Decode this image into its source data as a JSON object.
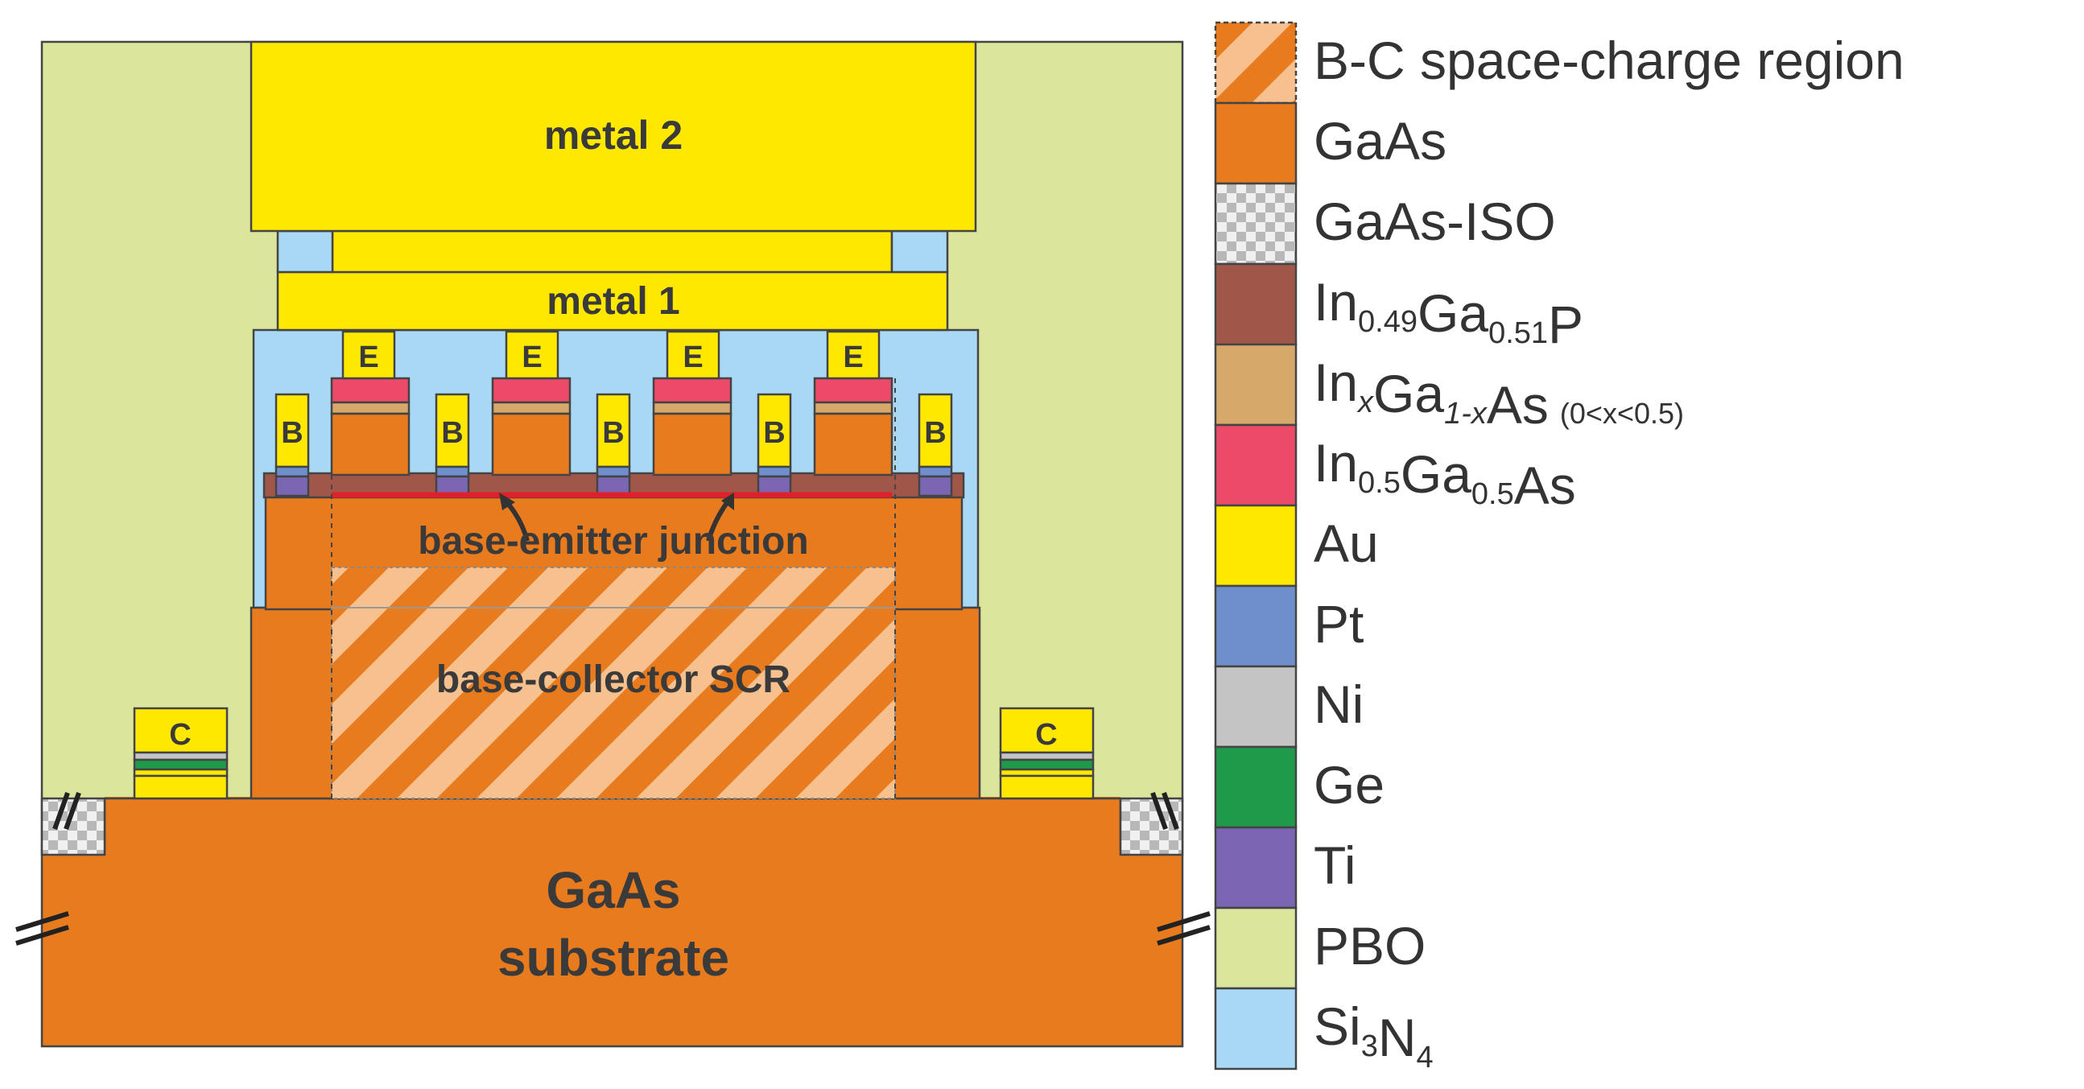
{
  "diagram": {
    "labels": {
      "metal2": "metal 2",
      "metal1": "metal 1",
      "emitter": "E",
      "base": "B",
      "collector": "C",
      "be_junction": "base-emitter junction",
      "bc_scr": "base-collector SCR",
      "substrate_line1": "GaAs",
      "substrate_line2": "substrate"
    }
  },
  "legend": [
    {
      "key": "bc_scr",
      "text": "B-C space-charge region",
      "color": "#e87b1e",
      "pattern": "hatch"
    },
    {
      "key": "gaas",
      "text": "GaAs",
      "color": "#e87b1e"
    },
    {
      "key": "gaas_iso",
      "text": "GaAs-ISO",
      "color": "#d8d8d8",
      "pattern": "checker"
    },
    {
      "key": "ingap",
      "base": "In",
      "sub1": "0.49",
      "mid": "Ga",
      "sub2": "0.51",
      "tail": "P",
      "color": "#a0574a"
    },
    {
      "key": "ingaas_x",
      "base": "In",
      "sub1": "x",
      "mid": "Ga",
      "sub2": "1-x",
      "tail": "As",
      "note": "(0<x<0.5)",
      "color": "#d6a86a"
    },
    {
      "key": "ingaas05",
      "base": "In",
      "sub1": "0.5",
      "mid": "Ga",
      "sub2": "0.5",
      "tail": "As",
      "color": "#ec4a68"
    },
    {
      "key": "au",
      "text": "Au",
      "color": "#ffe800"
    },
    {
      "key": "pt",
      "text": "Pt",
      "color": "#6f8fcc"
    },
    {
      "key": "ni",
      "text": "Ni",
      "color": "#c4c4c4"
    },
    {
      "key": "ge",
      "text": "Ge",
      "color": "#1f9a4a"
    },
    {
      "key": "ti",
      "text": "Ti",
      "color": "#7a66b3"
    },
    {
      "key": "pbo",
      "text": "PBO",
      "color": "#dbe69c"
    },
    {
      "key": "si3n4",
      "base": "Si",
      "sub1": "3",
      "mid": "N",
      "sub2": "4",
      "tail": "",
      "color": "#a8d8f4"
    }
  ]
}
